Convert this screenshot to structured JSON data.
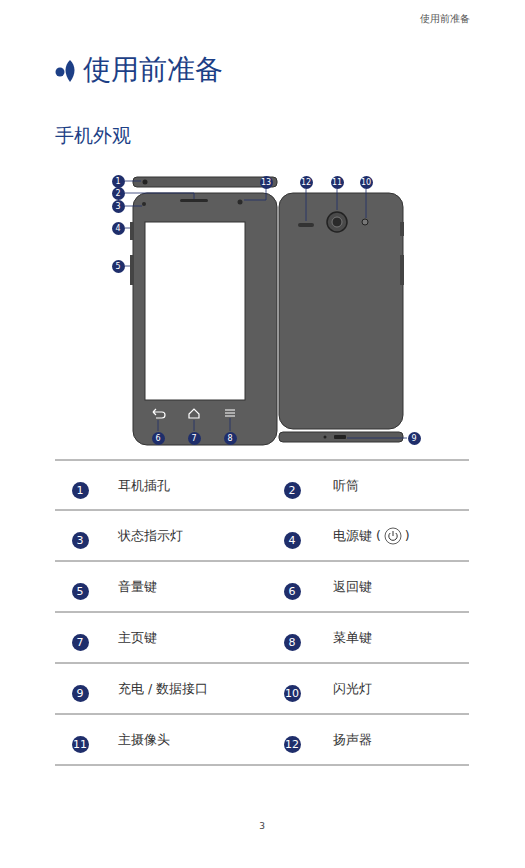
{
  "diagram": {
    "title": "使用前准备",
    "labels": [
      "使用前准备",
      "手机外观",
      "1",
      "2",
      "3",
      "4",
      "5",
      "6",
      "7",
      "8",
      "13",
      "12",
      "11",
      "10",
      "9",
      "1",
      "耳机插孔",
      "2",
      "听筒",
      "3",
      "状态指示灯",
      "4",
      "电源键 (",
      ")",
      "5",
      "音量键",
      "6",
      "返回键",
      "7",
      "主页键",
      "8",
      "菜单键",
      "9",
      "充电 / 数据接口",
      "10",
      "闪光灯",
      "11",
      "主摄像头",
      "12",
      "扬声器",
      "3"
    ]
  }
}
